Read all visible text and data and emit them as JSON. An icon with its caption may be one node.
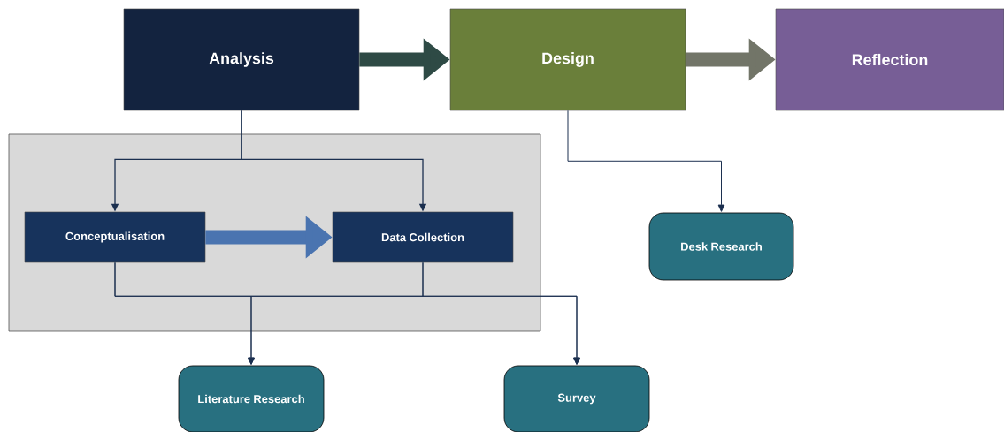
{
  "diagram": {
    "nodes": [
      {
        "text": [
          "Analysis"
        ]
      },
      {
        "text": [
          "Design"
        ]
      },
      {
        "text": [
          "Reflection"
        ]
      },
      {
        "text": [],
        "shape": "box"
      },
      {
        "text": [
          "Conceptualisation"
        ],
        "in": 3
      },
      {
        "text": [
          "Data Collection"
        ],
        "in": 3
      },
      {
        "text": [
          "Desk Research"
        ]
      },
      {
        "text": [
          "Literature Research"
        ]
      },
      {
        "text": [
          "Survey"
        ]
      }
    ],
    "edges": [
      {
        "from": 0,
        "to": 1,
        "arrow": "to",
        "style": "thick",
        "color": "#2e4a45"
      },
      {
        "from": 1,
        "to": 2,
        "arrow": "to",
        "style": "thick",
        "color": "#727568"
      },
      {
        "from": 0,
        "to": 4,
        "arrow": "to"
      },
      {
        "from": 0,
        "to": 5,
        "arrow": "to"
      },
      {
        "from": 4,
        "to": 5,
        "arrow": "to",
        "style": "thick",
        "color": "#4a74b0"
      },
      {
        "from": 1,
        "to": 6,
        "arrow": "to"
      },
      {
        "from": 4,
        "to": 7,
        "arrow": "to"
      },
      {
        "from": 4,
        "to": 8,
        "arrow": "to"
      },
      {
        "from": 5,
        "to": 7,
        "arrow": "to"
      },
      {
        "from": 5,
        "to": 8,
        "arrow": "to"
      }
    ]
  }
}
